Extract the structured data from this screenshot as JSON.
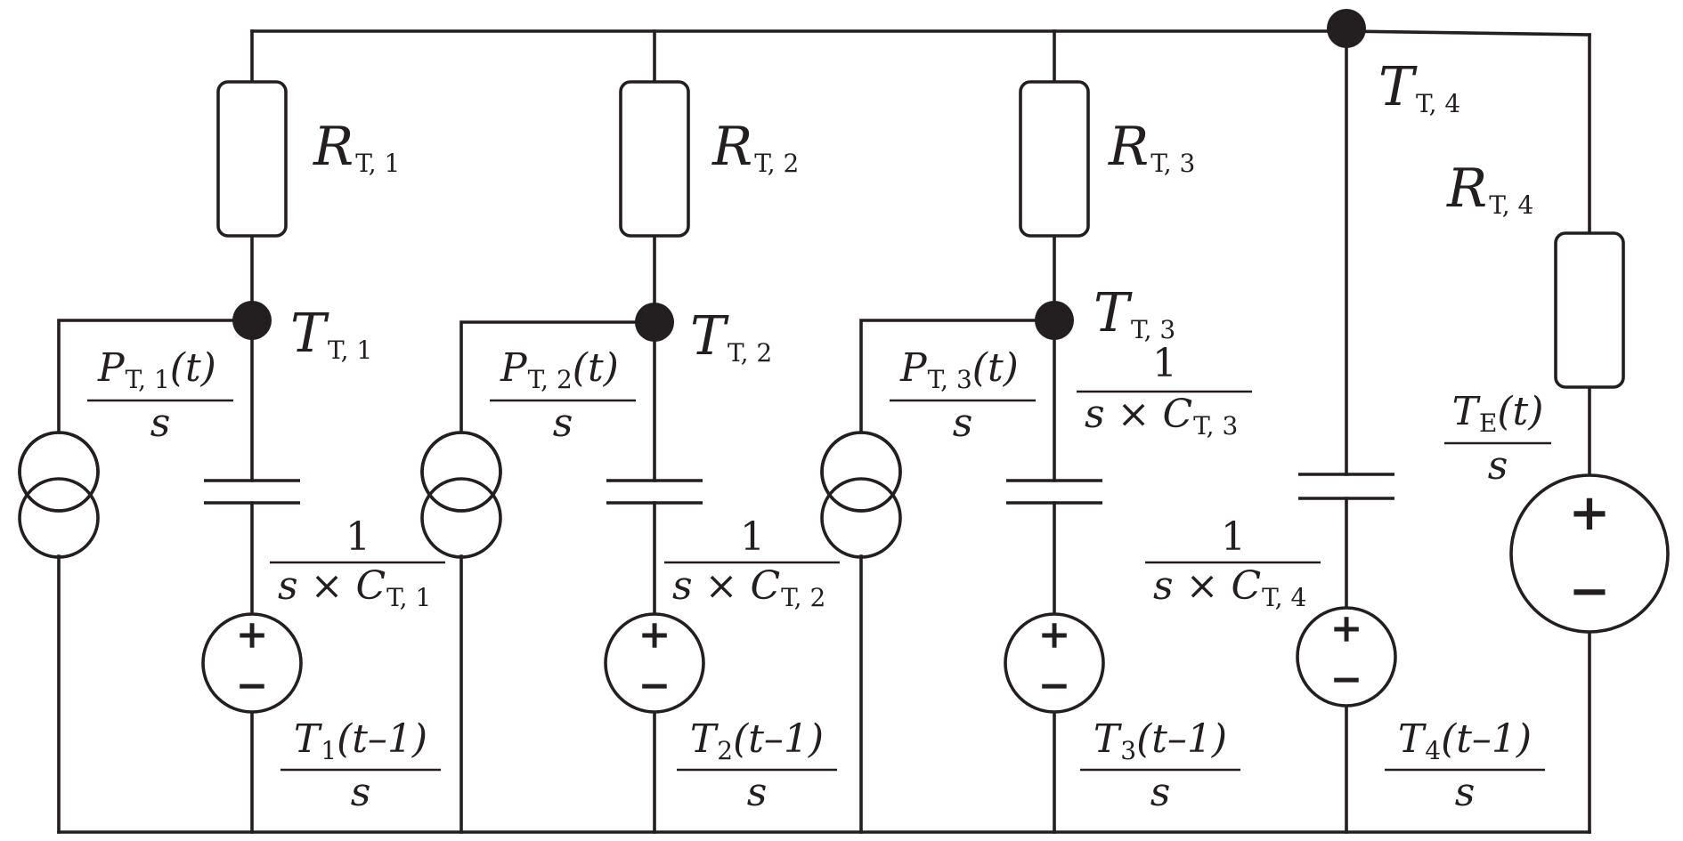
{
  "nodes": {
    "tt1": {
      "main": "T",
      "sub": "T, 1"
    },
    "tt2": {
      "main": "T",
      "sub": "T, 2"
    },
    "tt3": {
      "main": "T",
      "sub": "T, 3"
    },
    "tt4": {
      "main": "T",
      "sub": "T, 4"
    }
  },
  "resistors": {
    "r1": {
      "main": "R",
      "sub": "T, 1"
    },
    "r2": {
      "main": "R",
      "sub": "T, 2"
    },
    "r3": {
      "main": "R",
      "sub": "T, 3"
    },
    "r4": {
      "main": "R",
      "sub": "T, 4"
    }
  },
  "current_sources": {
    "p1": {
      "main": "P",
      "sub": "T, 1",
      "arg": "(t)",
      "den": "s"
    },
    "p2": {
      "main": "P",
      "sub": "T, 2",
      "arg": "(t)",
      "den": "s"
    },
    "p3": {
      "main": "P",
      "sub": "T, 3",
      "arg": "(t)",
      "den": "s"
    }
  },
  "capacitors": {
    "c1": {
      "num": "1",
      "den_a": "s ×",
      "den_b": "C",
      "sub": "T, 1"
    },
    "c2": {
      "num": "1",
      "den_a": "s ×",
      "den_b": "C",
      "sub": "T, 2"
    },
    "c3": {
      "num": "1",
      "den_a": "s ×",
      "den_b": "C",
      "sub": "T, 3"
    },
    "c4": {
      "num": "1",
      "den_a": "s ×",
      "den_b": "C",
      "sub": "T, 4"
    }
  },
  "voltage_sources": {
    "v1": {
      "main": "T",
      "sub": "1",
      "arg": "(t–1)",
      "den": "s"
    },
    "v2": {
      "main": "T",
      "sub": "2",
      "arg": "(t–1)",
      "den": "s"
    },
    "v3": {
      "main": "T",
      "sub": "3",
      "arg": "(t–1)",
      "den": "s"
    },
    "v4": {
      "main": "T",
      "sub": "4",
      "arg": "(t–1)",
      "den": "s"
    },
    "ve": {
      "main": "T",
      "sub": "E",
      "arg": "(t)",
      "den": "s"
    }
  },
  "signs": {
    "plus": "+",
    "minus": "−"
  }
}
